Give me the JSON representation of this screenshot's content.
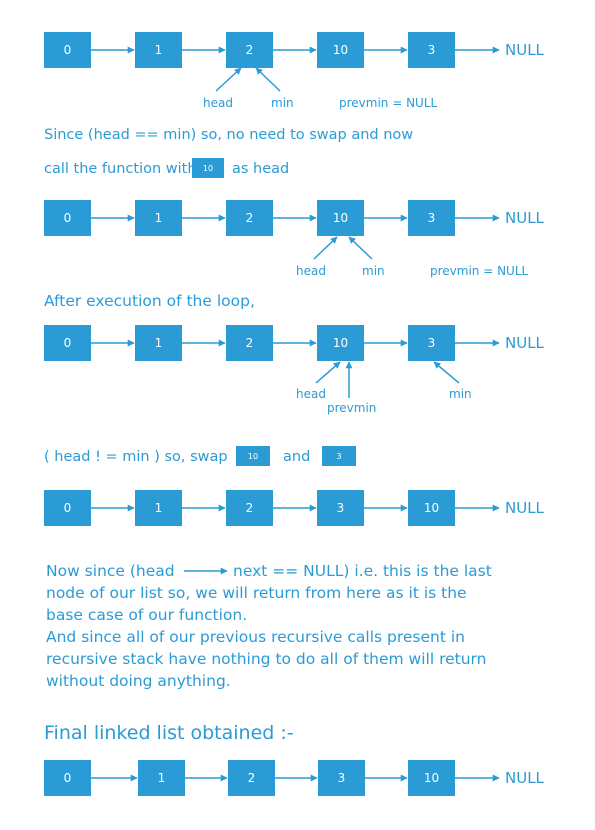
{
  "colors": {
    "accent": "#2b9bd6",
    "box_fill": "#2b9bd6",
    "box_text": "#ffffff",
    "background": "#ffffff"
  },
  "null_label": "NULL",
  "lists": [
    {
      "nodes": [
        "0",
        "1",
        "2",
        "10",
        "3"
      ]
    },
    {
      "nodes": [
        "0",
        "1",
        "2",
        "10",
        "3"
      ]
    },
    {
      "nodes": [
        "0",
        "1",
        "2",
        "10",
        "3"
      ]
    },
    {
      "nodes": [
        "0",
        "1",
        "2",
        "3",
        "10"
      ]
    },
    {
      "nodes": [
        "0",
        "1",
        "2",
        "3",
        "10"
      ]
    }
  ],
  "pointer_labels": {
    "d1_head": "head",
    "d1_min": "min",
    "d1_prevmin": "prevmin = NULL",
    "d2_head": "head",
    "d2_min": "min",
    "d2_prevmin": "prevmin = NULL",
    "d3_head": "head",
    "d3_prevmin": "prevmin",
    "d3_min": "min"
  },
  "text": {
    "line1": "Since (head == min) so,  no need to swap and now",
    "line2a": "call the function with",
    "line2_box": "10",
    "line2b": "as head",
    "after_loop": "After execution of the loop,",
    "swap_a": "( head ! = min ) so, swap",
    "swap_box1": "10",
    "swap_and": "and",
    "swap_box2": "3",
    "para_a": "Now since (head",
    "para_b": "next == NULL)  i.e.  this is the last",
    "para_lines": [
      "node of our list so, we will return from here as it is the",
      "base case of our function.",
      "And since all of our previous recursive calls present in",
      "recursive stack have nothing to do all of them will return",
      "without doing anything."
    ],
    "final_title": "Final linked list obtained :-"
  }
}
